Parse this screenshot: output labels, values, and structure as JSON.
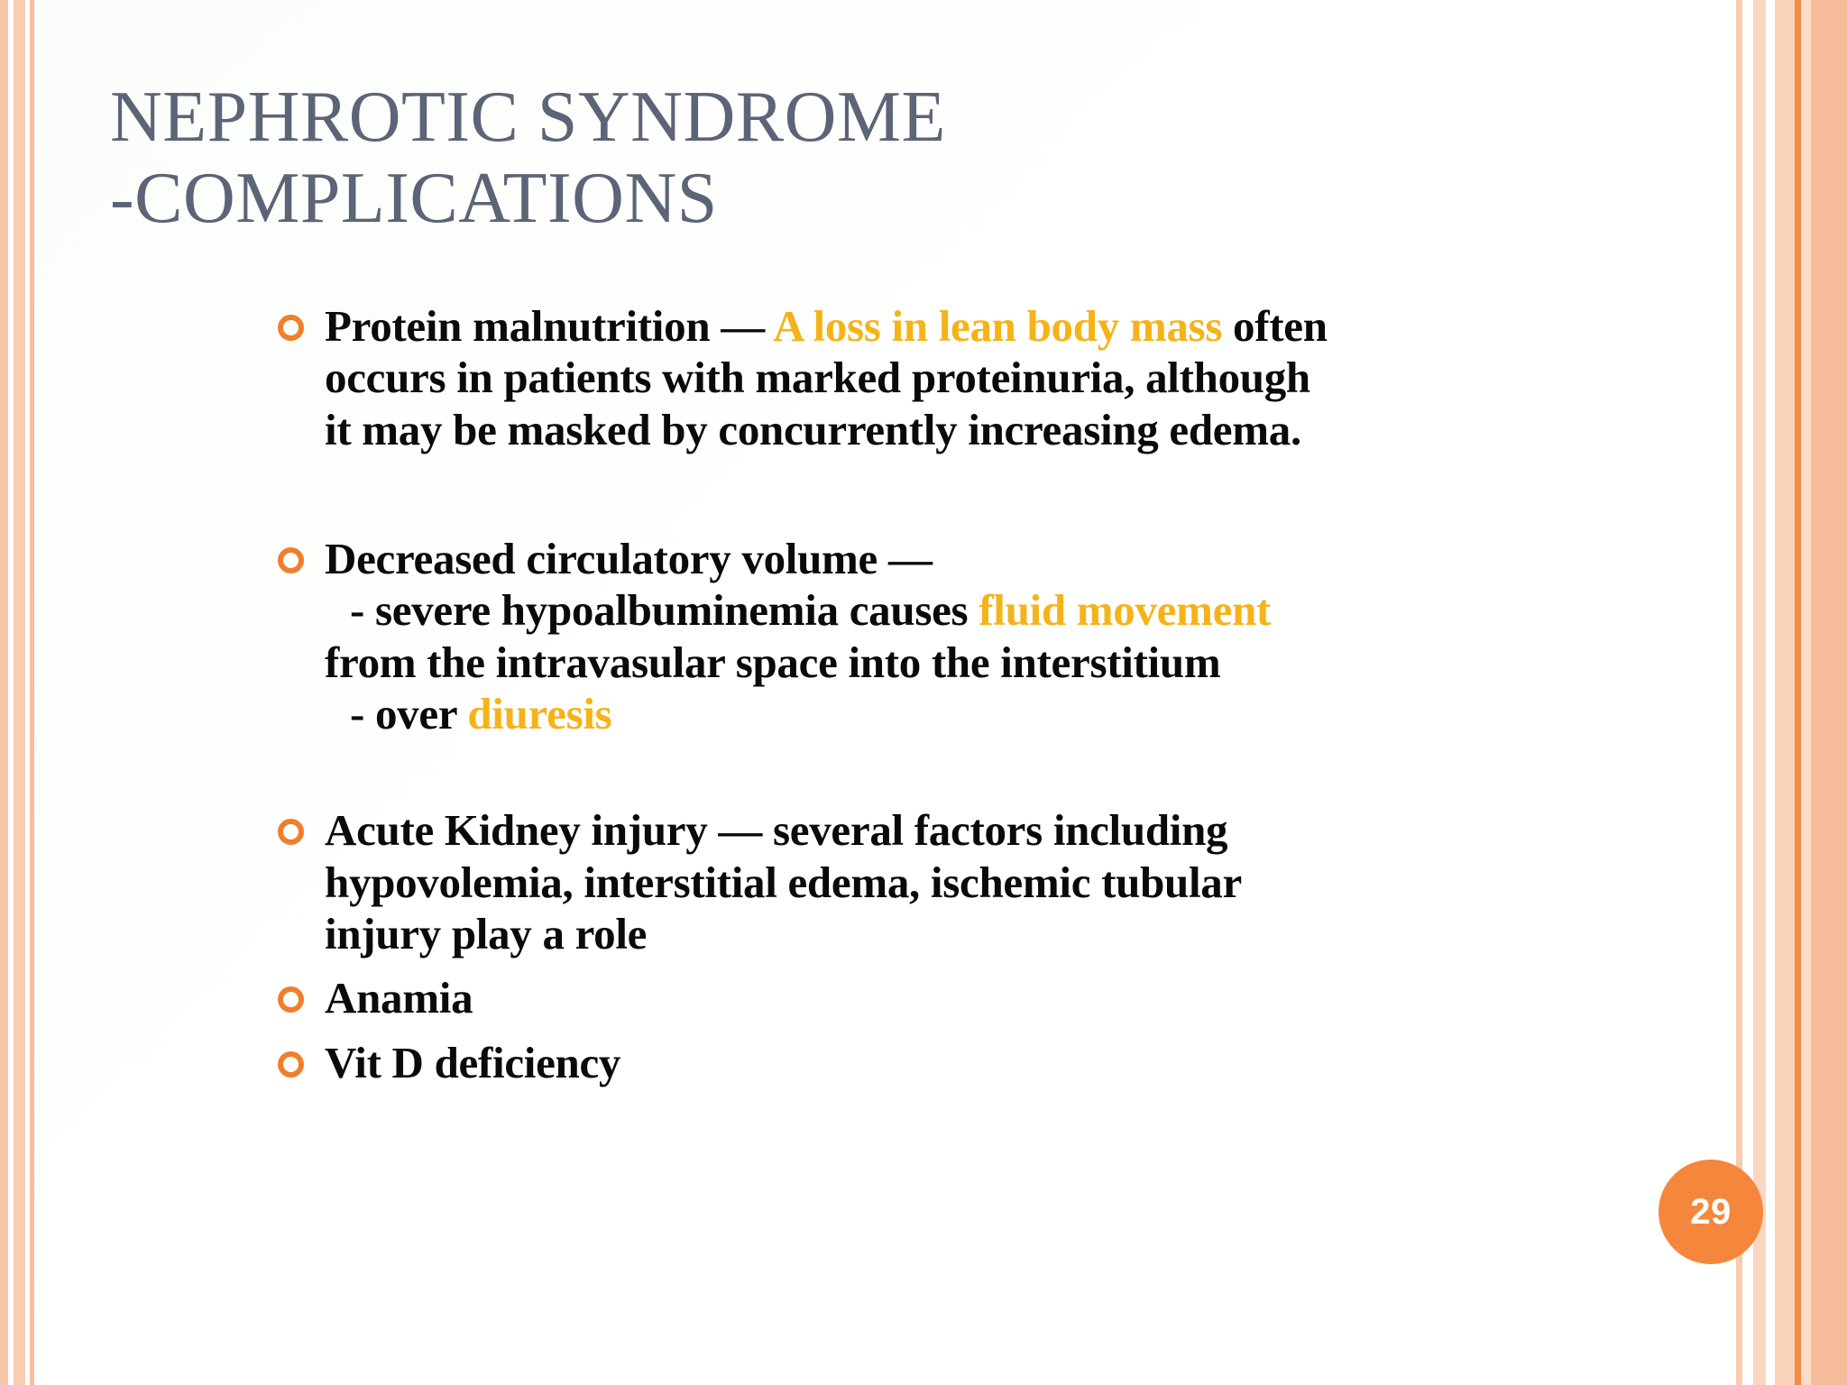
{
  "slide": {
    "title_line1": "Nephrotic Syndrome",
    "title_line2": "-Complications",
    "page_number": "29",
    "accent_orange": "#f07f2d",
    "badge_orange": "#f5873c",
    "highlight_yellow": "#f5b319",
    "title_color": "#5b6577",
    "body_color": "#0a0a0a",
    "background": "#ffffff"
  },
  "content": {
    "bullet1": {
      "lead": "Protein malnutrition — ",
      "highlight": "A loss in lean body mass",
      "rest_line1": " often",
      "line2": "occurs in patients with marked proteinuria, although",
      "line3": "it may be masked by concurrently increasing edema."
    },
    "bullet2": {
      "lead": "Decreased circulatory volume —",
      "sub1_lead": "- severe hypoalbuminemia causes ",
      "sub1_highlight": "fluid movement",
      "sub2": "from the intravasular space into the interstitium",
      "sub3_lead": "- over ",
      "sub3_highlight": "diuresis"
    },
    "bullet3": {
      "line1": "Acute Kidney injury —  several factors including",
      "line2": "hypovolemia, interstitial edema, ischemic tubular",
      "line3": "injury play a role"
    },
    "bullet4": {
      "label": "Anamia"
    },
    "bullet5": {
      "label": "Vit D deficiency"
    }
  },
  "decor": {
    "left_stripes": [
      "#f7c6a8",
      "#ffffff",
      "#f9cdb0",
      "#ffffff",
      "#f7bfa0"
    ],
    "right_stripes": [
      "#f6bb9b",
      "#fadcc8",
      "#f28b45",
      "#fad2ba",
      "#ffffff",
      "#fbd6c0",
      "#ffffff",
      "#f9cbb0"
    ]
  }
}
